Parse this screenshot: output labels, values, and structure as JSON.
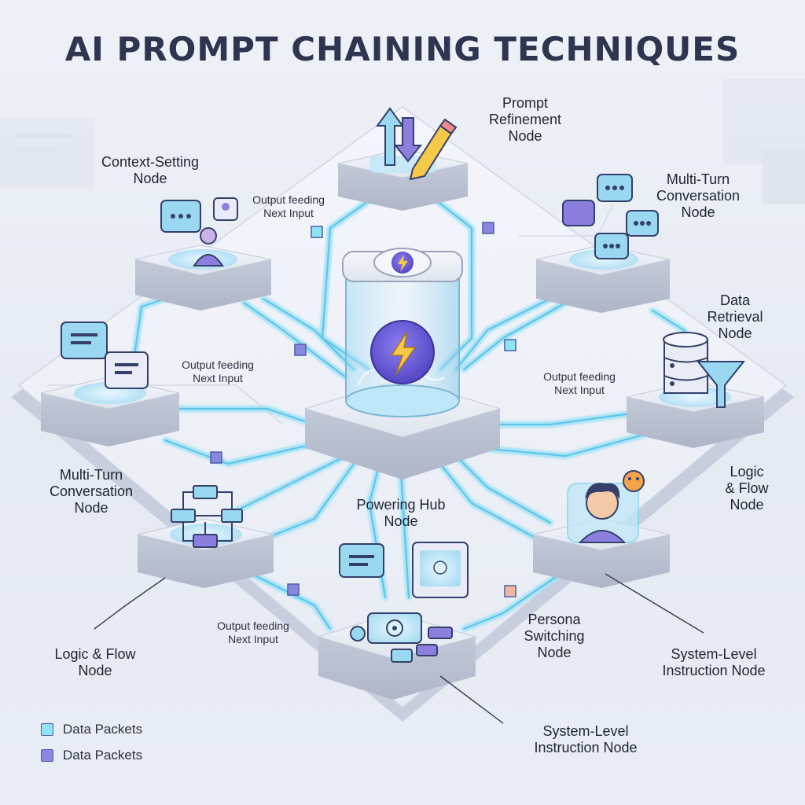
{
  "title": "AI PROMPT CHAINING TECHNIQUES",
  "nodes": {
    "prompt_refinement": "Prompt\nRefinement\nNode",
    "context_setting": "Context-Setting\nNode",
    "multi_turn_top": "Multi-Turn\nConversation\nNode",
    "data_retrieval": "Data\nRetrieval\nNode",
    "multi_turn_left": "Multi-Turn\nConversation\nNode",
    "powering_hub": "Powering Hub\nNode",
    "logic_flow_right": "Logic\n& Flow\nNode",
    "logic_flow_left": "Logic & Flow\nNode",
    "persona_switching": "Persona\nSwitching\nNode",
    "system_level_right": "System-Level\nInstruction Node",
    "system_level_bottom": "System-Level\nInstruction Node"
  },
  "flow_labels": {
    "top": "Output feeding\nNext Input",
    "left": "Output feeding\nNext Input",
    "right": "Output feeding\nNext Input",
    "bottom": "Output feeding\nNext Input"
  },
  "legend": {
    "items": [
      {
        "label": "Data Packets",
        "color": "#8fe3f5"
      },
      {
        "label": "Data Packets",
        "color": "#8b86de"
      }
    ]
  },
  "colors": {
    "accent_purple": "#6d5fd6",
    "accent_yellow": "#f7c948",
    "glow_cyan": "#7fd8f0",
    "node_body": "#dfe4ee",
    "title_text": "#2d3550"
  }
}
